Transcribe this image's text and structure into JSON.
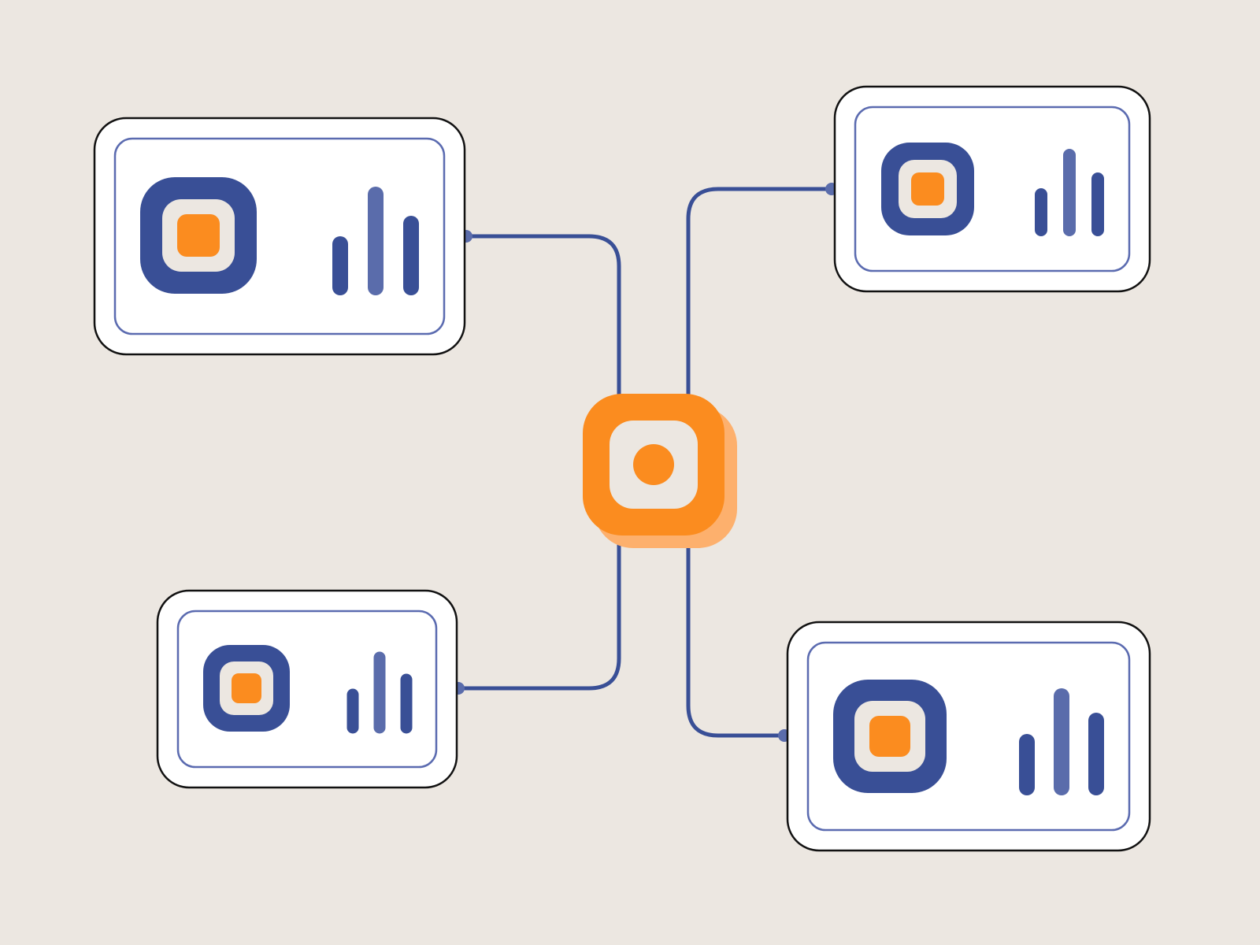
{
  "colors": {
    "background": "#ece7e1",
    "card_fill": "#ffffff",
    "card_outline": "#111111",
    "inner_outline": "#5b6bb0",
    "navy": "#394f96",
    "light_navy": "#5a6cab",
    "orange": "#fb8c1f",
    "orange_shadow": "#fdb06d",
    "connector": "#394f96"
  },
  "hub": {
    "icon": "target-dot-icon"
  },
  "nodes": [
    {
      "id": "top-left",
      "icon": "module-square-icon",
      "chart_icon": "bar-levels-icon",
      "bar_levels": [
        0.5,
        1.0,
        0.73
      ]
    },
    {
      "id": "top-right",
      "icon": "module-square-icon",
      "chart_icon": "bar-levels-icon",
      "bar_levels": [
        0.5,
        1.0,
        0.68
      ]
    },
    {
      "id": "bottom-left",
      "icon": "module-square-icon",
      "chart_icon": "bar-levels-icon",
      "bar_levels": [
        0.5,
        1.0,
        0.71
      ]
    },
    {
      "id": "bottom-right",
      "icon": "module-square-icon",
      "chart_icon": "bar-levels-icon",
      "bar_levels": [
        0.5,
        1.0,
        0.73
      ]
    }
  ]
}
